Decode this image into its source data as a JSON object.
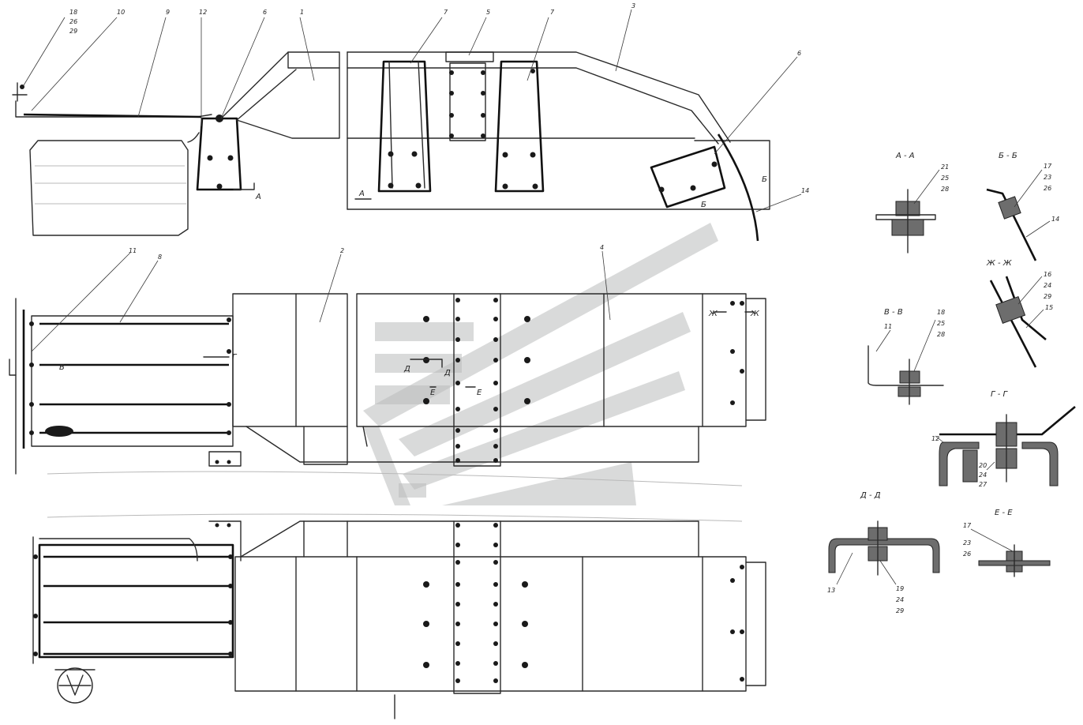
{
  "watermark": {
    "color": "#9ea3a3"
  },
  "callouts": {
    "top_view": [
      {
        "id": "c18",
        "text": "18"
      },
      {
        "id": "c26",
        "text": "26"
      },
      {
        "id": "c29",
        "text": "29"
      },
      {
        "id": "c10",
        "text": "10"
      },
      {
        "id": "c9",
        "text": "9"
      },
      {
        "id": "c12",
        "text": "12"
      },
      {
        "id": "c6a",
        "text": "6"
      },
      {
        "id": "c1",
        "text": "1"
      },
      {
        "id": "c7a",
        "text": "7"
      },
      {
        "id": "c5",
        "text": "5"
      },
      {
        "id": "c7b",
        "text": "7"
      },
      {
        "id": "c3",
        "text": "3"
      },
      {
        "id": "c6b",
        "text": "6"
      },
      {
        "id": "c14",
        "text": "14"
      }
    ],
    "plan_view": [
      {
        "id": "c11",
        "text": "11"
      },
      {
        "id": "c8",
        "text": "8"
      },
      {
        "id": "c2",
        "text": "2"
      },
      {
        "id": "c4",
        "text": "4"
      }
    ]
  },
  "section_marks": {
    "A": "А",
    "B": "Б",
    "V": "В",
    "G": "Г",
    "D": "Д",
    "E": "Е",
    "Zh": "Ж"
  },
  "sections": [
    {
      "id": "aa",
      "title": "А - А",
      "labels": [
        "21",
        "25",
        "28"
      ]
    },
    {
      "id": "bb",
      "title": "Б - Б",
      "labels": [
        "17",
        "23",
        "26",
        "14"
      ]
    },
    {
      "id": "zhzh",
      "title": "Ж - Ж",
      "labels": [
        "16",
        "24",
        "29",
        "15"
      ]
    },
    {
      "id": "vv",
      "title": "В - В",
      "labels": [
        "11",
        "18",
        "25",
        "28"
      ]
    },
    {
      "id": "gg",
      "title": "Г - Г",
      "labels": [
        "12",
        "20",
        "24",
        "27"
      ]
    },
    {
      "id": "dd",
      "title": "Д - Д",
      "labels": [
        "13",
        "19",
        "24",
        "29"
      ]
    },
    {
      "id": "ee",
      "title": "Е - Е",
      "labels": [
        "17",
        "23",
        "26"
      ]
    }
  ]
}
